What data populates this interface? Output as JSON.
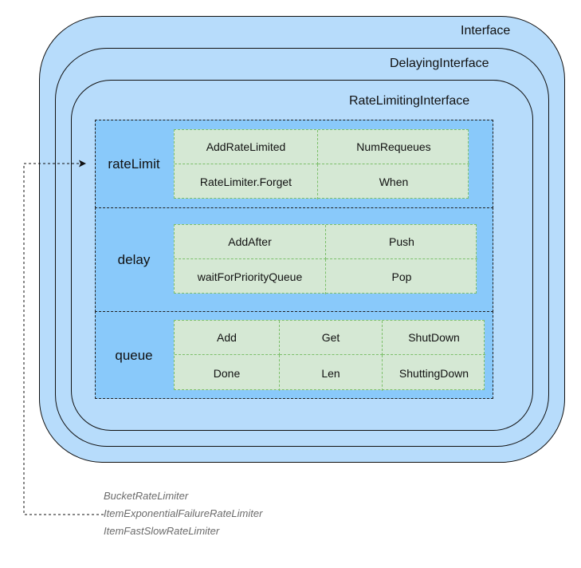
{
  "layers": {
    "interface": "Interface",
    "delaying": "DelayingInterface",
    "ratelimiting": "RateLimitingInterface"
  },
  "sections": {
    "ratelimit": {
      "label": "rateLimit",
      "methods": [
        "AddRateLimited",
        "NumRequeues",
        "RateLimiter.Forget",
        "When"
      ]
    },
    "delay": {
      "label": "delay",
      "methods": [
        "AddAfter",
        "Push",
        "waitForPriorityQueue",
        "Pop"
      ]
    },
    "queue": {
      "label": "queue",
      "methods": [
        "Add",
        "Get",
        "ShutDown",
        "Done",
        "Len",
        "ShuttingDown"
      ]
    }
  },
  "rate_limiters": [
    "BucketRateLimiter",
    "ItemExponentialFailureRateLimiter",
    "ItemFastSlowRateLimiter"
  ],
  "colors": {
    "layer_fill": "#b7dcfb",
    "section_fill": "#89c9fa",
    "method_fill": "#d5e8d4",
    "method_border": "#7cbf6a",
    "impl_text": "#6b6b6b"
  }
}
